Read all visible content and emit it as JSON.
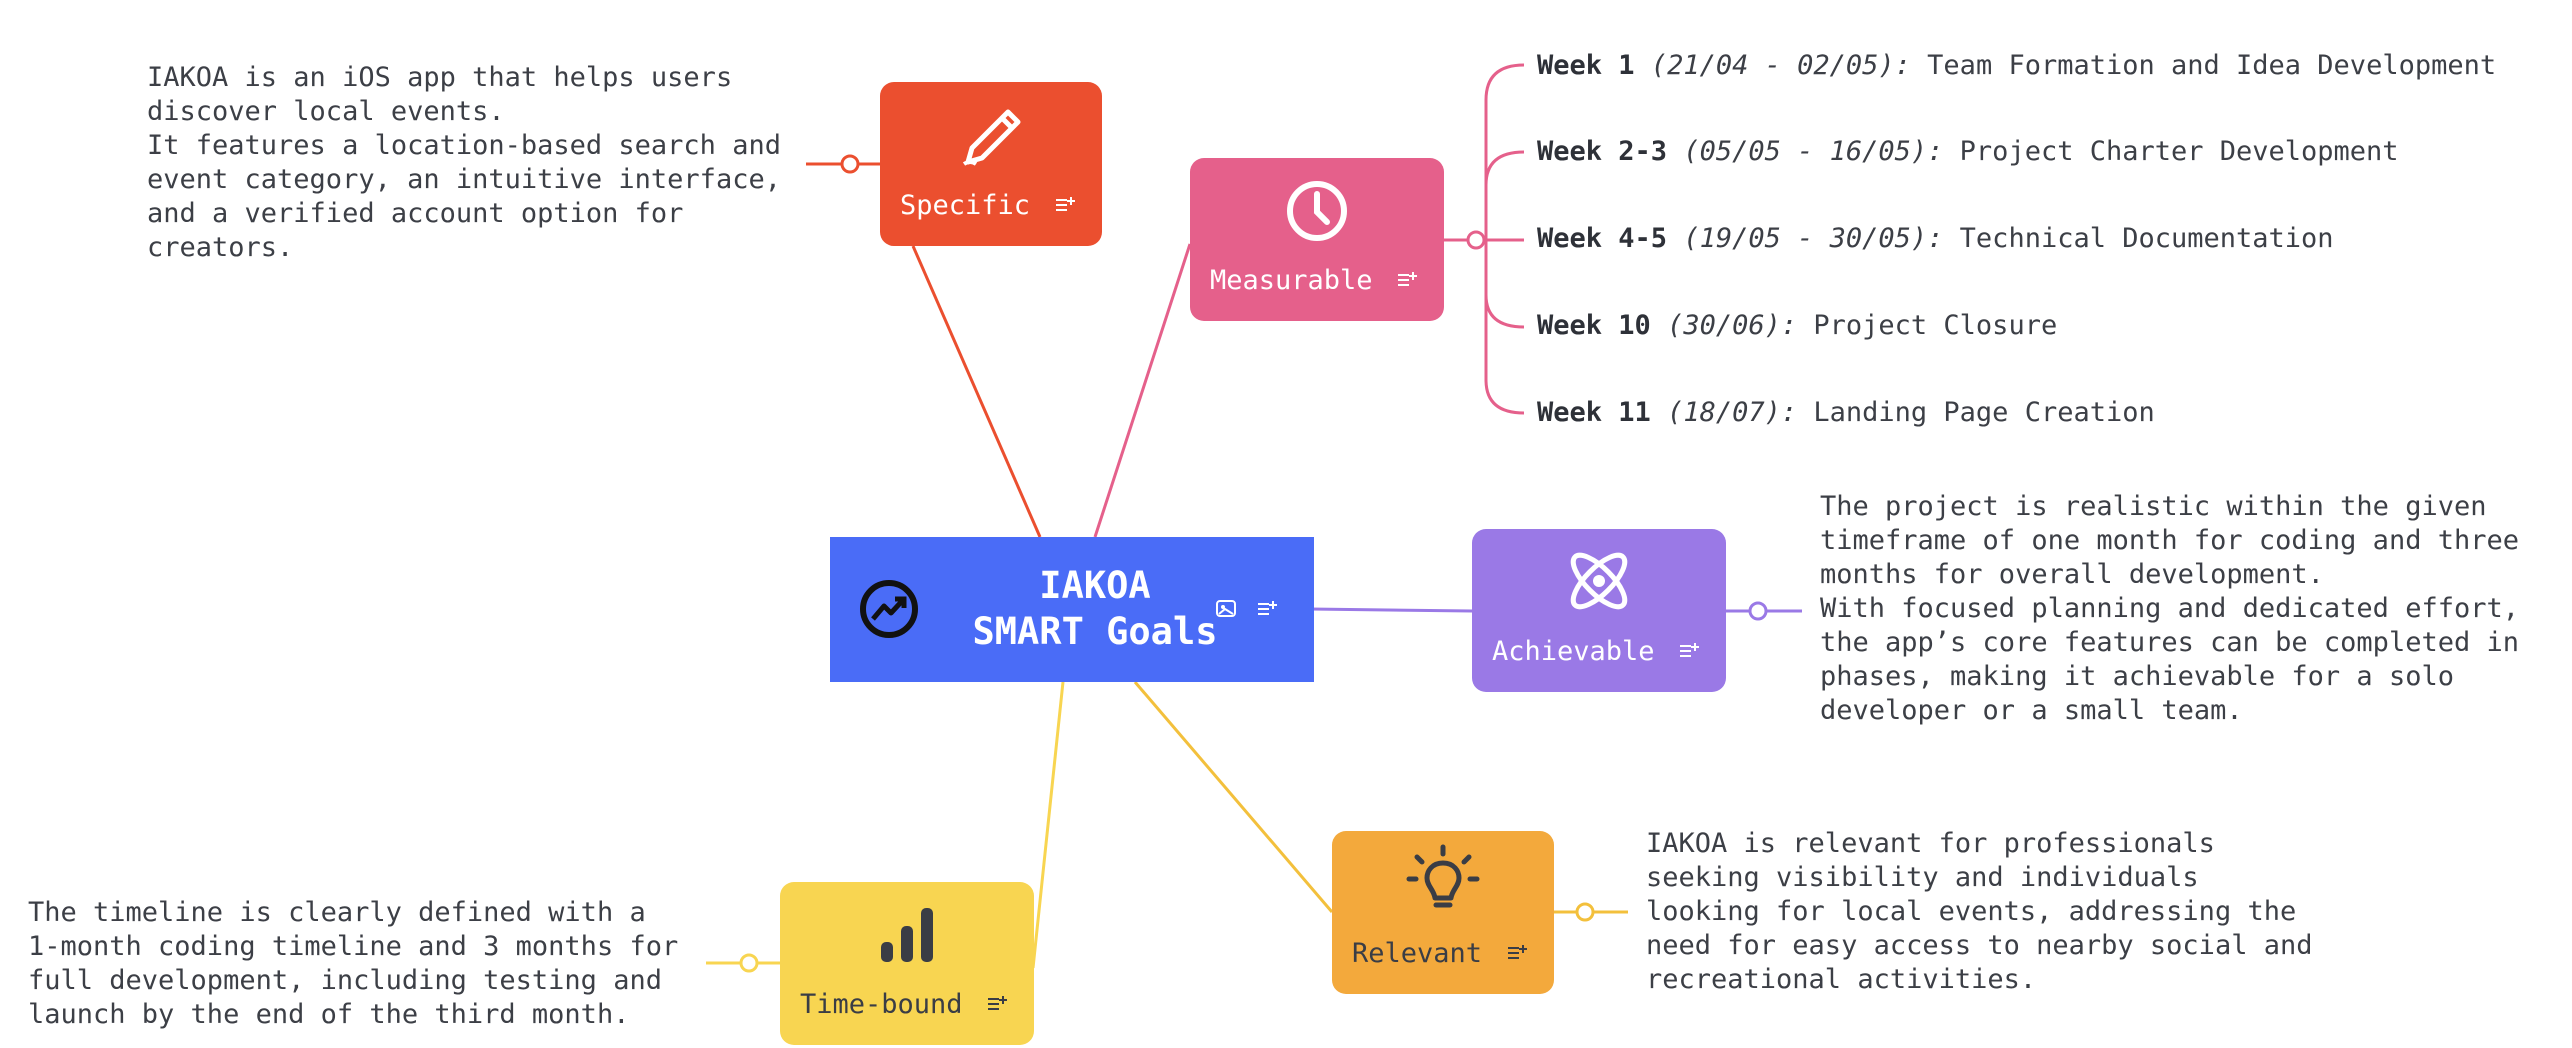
{
  "colors": {
    "central": "#4a6cf7",
    "specific": "#eb4f2f",
    "measurable": "#e5608b",
    "achievable": "#9a79e6",
    "relevant": "#f3a93c",
    "time_bound": "#f8d551"
  },
  "central": {
    "title_line1": "IAKOA",
    "title_line2": "SMART Goals",
    "icon": "trend-icon"
  },
  "nodes": {
    "specific": {
      "label": "Specific",
      "icon": "pencil-icon"
    },
    "measurable": {
      "label": "Measurable",
      "icon": "clock-icon"
    },
    "achievable": {
      "label": "Achievable",
      "icon": "atom-icon"
    },
    "relevant": {
      "label": "Relevant",
      "icon": "lightbulb-icon"
    },
    "time_bound": {
      "label": "Time-bound",
      "icon": "bar-chart-icon"
    }
  },
  "texts": {
    "specific": "IAKOA is an iOS app that helps users\ndiscover local events.\nIt features a location-based search and\nevent category, an intuitive interface,\nand a verified account option for\ncreators.",
    "achievable": "The project is realistic within the given\ntimeframe of one month for coding and three\nmonths for overall development.\nWith focused planning and dedicated effort,\nthe app’s core features can be completed in\nphases, making it achievable for a solo\ndeveloper or a small team.",
    "relevant": "IAKOA is relevant for professionals\nseeking visibility and individuals\nlooking for local events, addressing the\nneed for easy access to nearby social and\nrecreational activities.",
    "time_bound": "The timeline is clearly defined with a\n1-month coding timeline and 3 months for\nfull development, including testing and\nlaunch by the end of the third month."
  },
  "weeks": [
    {
      "week": "Week 1",
      "dates": "(21/04 - 02/05):",
      "desc": "Team Formation and Idea Development"
    },
    {
      "week": "Week 2-3",
      "dates": "(05/05 - 16/05):",
      "desc": "Project Charter Development"
    },
    {
      "week": "Week 4-5",
      "dates": "(19/05 - 30/05):",
      "desc": "Technical Documentation"
    },
    {
      "week": "Week 10",
      "dates": "(30/06):",
      "desc": "Project Closure"
    },
    {
      "week": "Week 11",
      "dates": "(18/07):",
      "desc": "Landing Page Creation"
    }
  ]
}
